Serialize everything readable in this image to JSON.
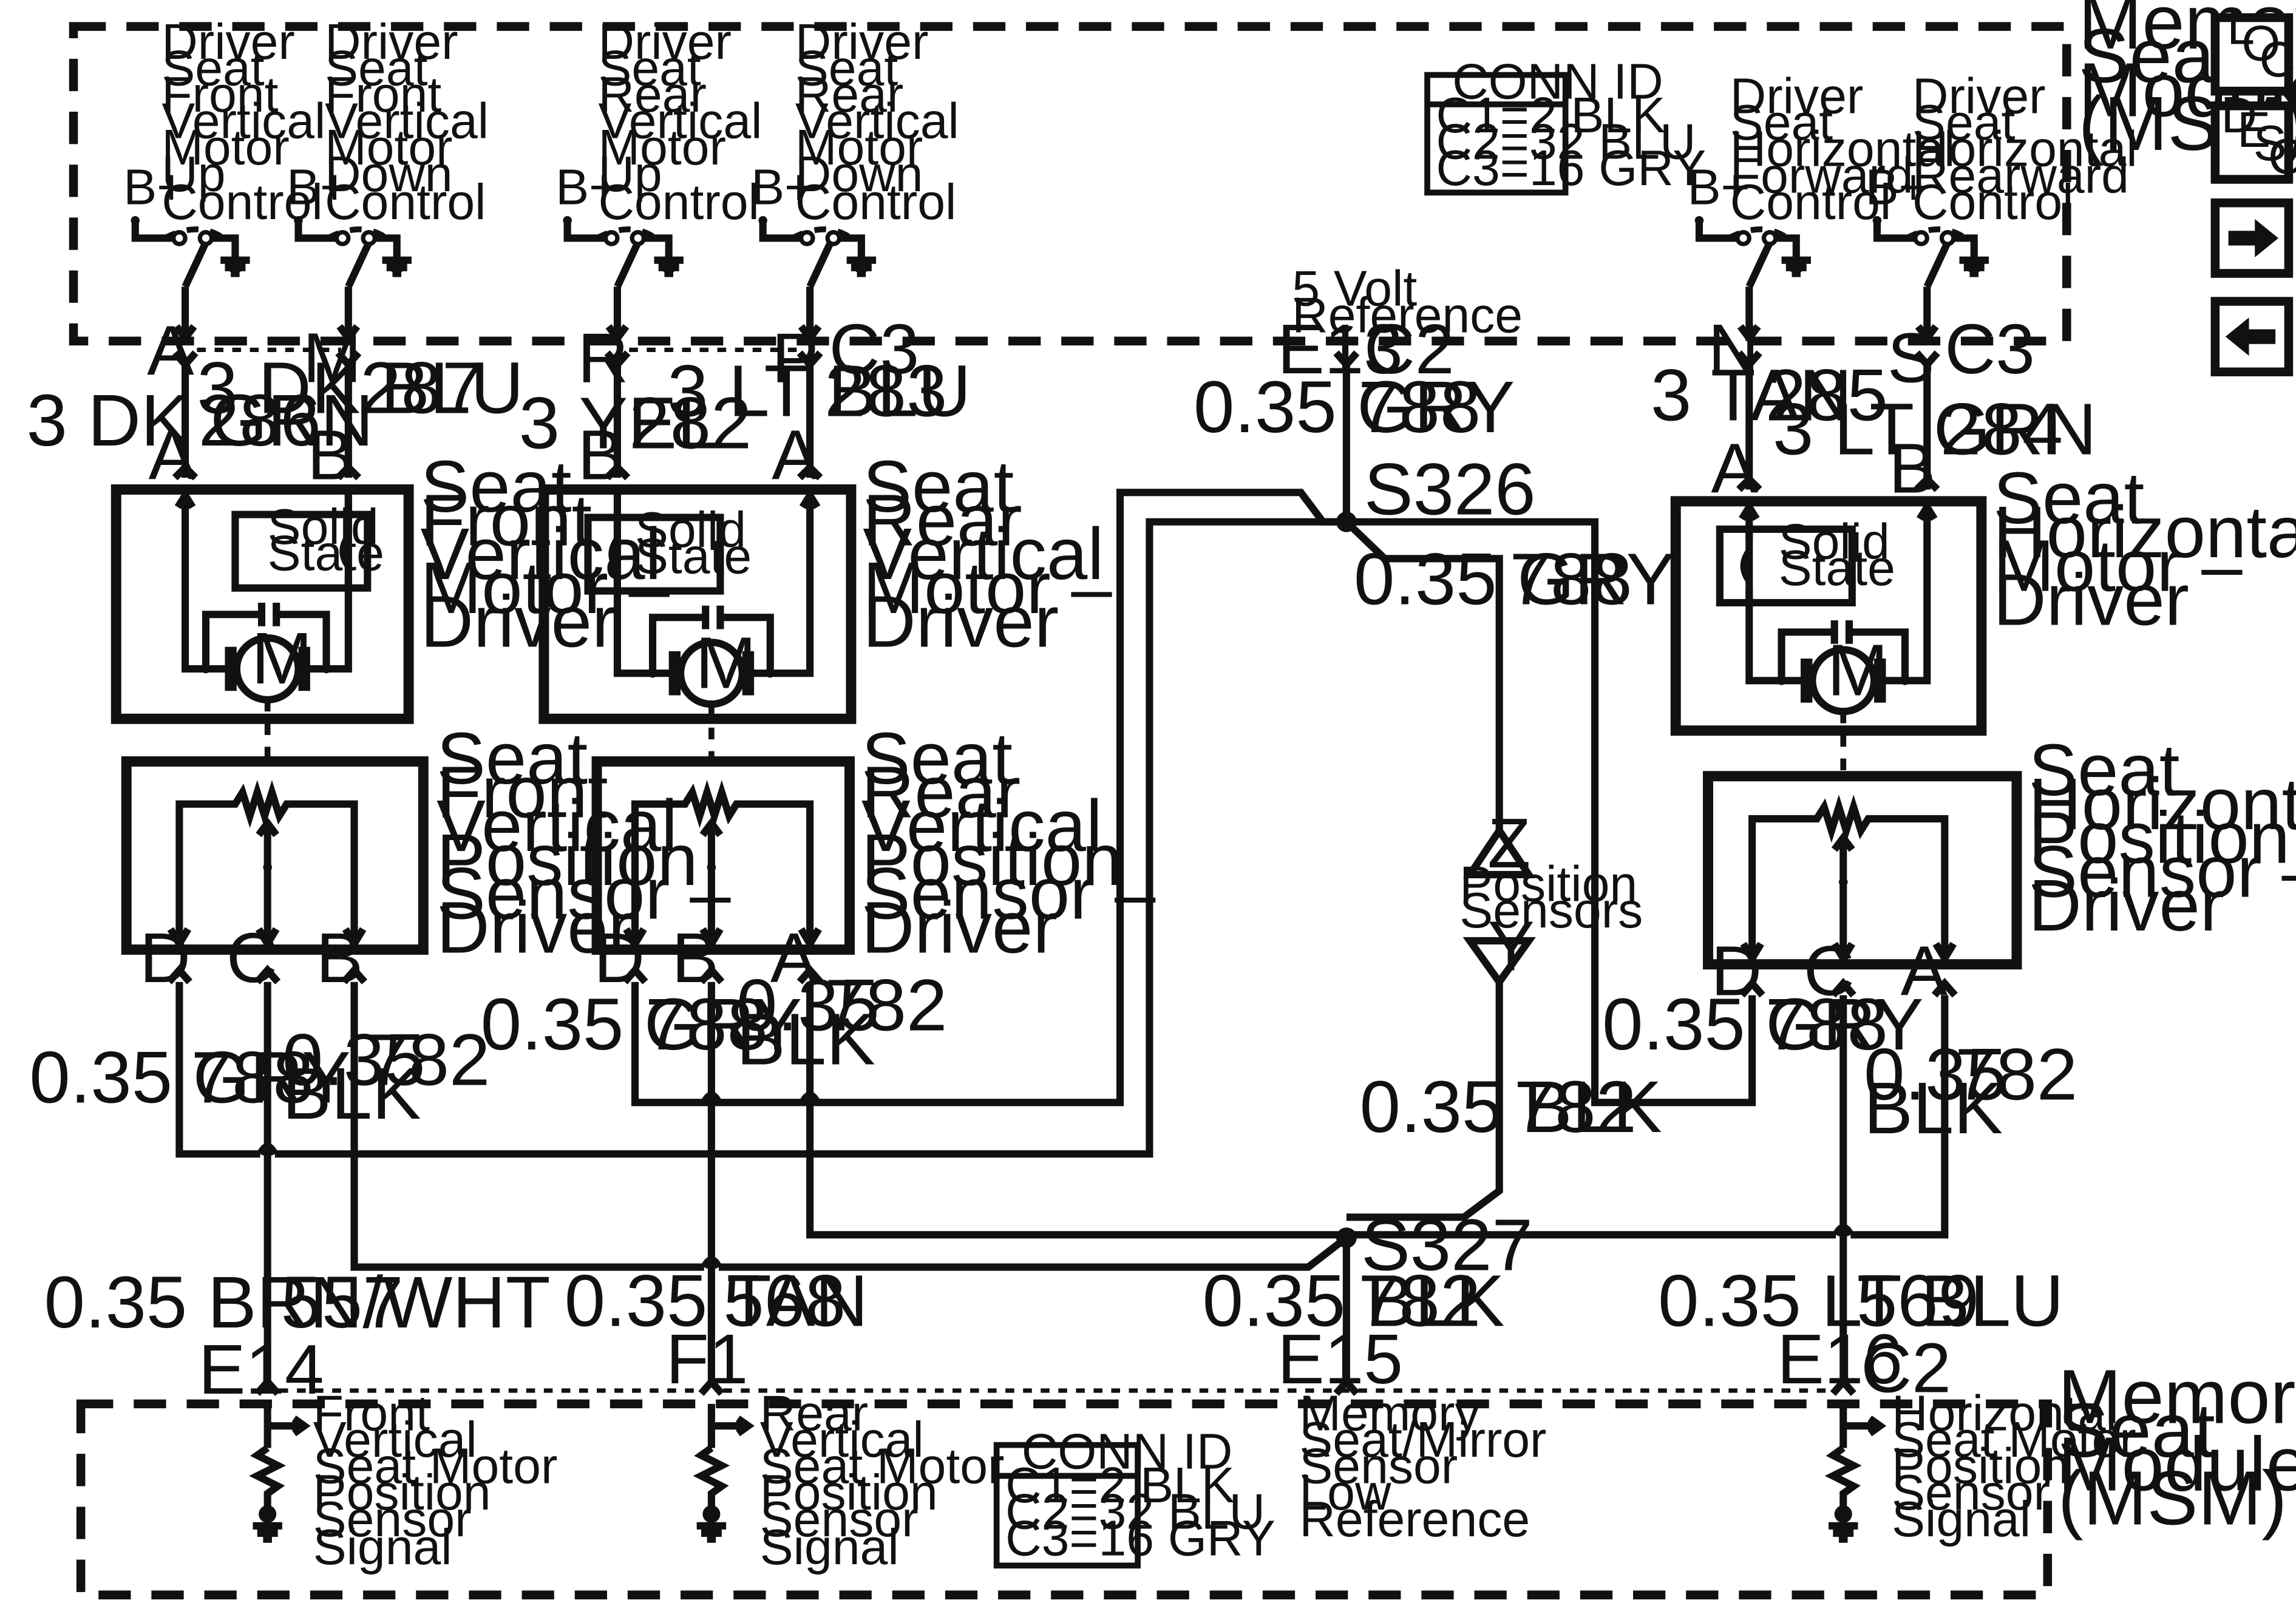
{
  "module_title": [
    "Memory",
    "Seat",
    "Module",
    "(MSM)"
  ],
  "conn_id": {
    "title": "CONN ID",
    "lines": [
      "C1=2 BLK",
      "C2=32 BLU",
      "C3=16 GRY"
    ]
  },
  "nav": {
    "loc": [
      "L",
      "O",
      "C"
    ],
    "desc": [
      "D",
      "E",
      "S",
      "C"
    ]
  },
  "top_controls": [
    [
      "Driver",
      "Seat",
      "Front",
      "Vertical",
      "Motor",
      "Up",
      "Control"
    ],
    [
      "Driver",
      "Seat",
      "Front",
      "Vertical",
      "Motor",
      "Down",
      "Control"
    ],
    [
      "Driver",
      "Seat",
      "Rear",
      "Vertical",
      "Motor",
      "Up",
      "Control"
    ],
    [
      "Driver",
      "Seat",
      "Rear",
      "Vertical",
      "Motor",
      "Down",
      "Control"
    ],
    [
      "Driver",
      "Seat",
      "Horizontal",
      "Forward",
      "Control"
    ],
    [
      "Driver",
      "Seat",
      "Horizontal",
      "Rearward",
      "Control"
    ]
  ],
  "bplus": "B+",
  "five_volt": [
    "5 Volt",
    "Reference"
  ],
  "top_pins": [
    {
      "pin": "A"
    },
    {
      "pin": "M"
    },
    {
      "pin": "R"
    },
    {
      "pin": "P",
      "conn": "C3"
    },
    {
      "pin": "E13",
      "conn": "C2"
    },
    {
      "pin": "N"
    },
    {
      "pin": "S",
      "conn": "C3"
    }
  ],
  "wires_top": [
    {
      "color": "3 DK GRN",
      "circuit": "286"
    },
    {
      "color": "3 DK BLU",
      "circuit": "287"
    },
    {
      "color": "3 YEL",
      "circuit": "282"
    },
    {
      "color": "3 LT BLU",
      "circuit": "283"
    },
    {
      "color": "0.35 GRY",
      "circuit": "788"
    },
    {
      "color": "3 TAN",
      "circuit": "285"
    },
    {
      "color": "3 LT GRN",
      "circuit": "284"
    }
  ],
  "motors": [
    {
      "name": [
        "Seat",
        "Front",
        "Vertical",
        "Motor –",
        "Driver"
      ],
      "pins": [
        "A",
        "B"
      ]
    },
    {
      "name": [
        "Seat",
        "Rear",
        "Vertical",
        "Motor –",
        "Driver"
      ],
      "pins": [
        "B",
        "A"
      ]
    },
    {
      "name": [
        "Seat",
        "Horizontal",
        "Motor –",
        "Driver"
      ],
      "pins": [
        "A",
        "B"
      ]
    }
  ],
  "solid_state": [
    "Solid",
    "State"
  ],
  "motor_symbol": "M",
  "sensors": [
    {
      "name": [
        "Seat",
        "Front",
        "Vertical",
        "Position",
        "Sensor –",
        "Driver"
      ],
      "pins": [
        "D",
        "C",
        "B"
      ]
    },
    {
      "name": [
        "Seat",
        "Rear",
        "Vertical",
        "Position",
        "Sensor –",
        "Driver"
      ],
      "pins": [
        "D",
        "B",
        "A"
      ]
    },
    {
      "name": [
        "Seat",
        "Horizontal",
        "Position",
        "Sensor –",
        "Driver"
      ],
      "pins": [
        "D",
        "C",
        "A"
      ]
    }
  ],
  "splices": [
    "S326",
    "S327"
  ],
  "splice_wire": {
    "color": "0.35 GRY",
    "circuit": "788"
  },
  "position_sensors": {
    "z": "Z",
    "y": "Y",
    "label": [
      "Position",
      "Sensors"
    ]
  },
  "wires_mid": [
    {
      "color": "0.35 GRY",
      "circuit": "788"
    },
    {
      "color": [
        "0.35",
        "BLK"
      ],
      "circuit": "782"
    },
    {
      "color": "0.35 GRY",
      "circuit": "788"
    },
    {
      "color": [
        "0.35",
        "BLK"
      ],
      "circuit": "782"
    },
    {
      "color": "0.35 BLK",
      "circuit": "782"
    },
    {
      "color": "0.35 GRY",
      "circuit": "788"
    },
    {
      "color": [
        "0.35",
        "BLK"
      ],
      "circuit": "782"
    }
  ],
  "wires_bottom": [
    {
      "color": "0.35 BRN/WHT",
      "circuit": "557"
    },
    {
      "color": "0.35 TAN",
      "circuit": "568"
    },
    {
      "color": "0.35 BLK",
      "circuit": "782"
    },
    {
      "color": "0.35 LT BLU",
      "circuit": "569"
    }
  ],
  "bottom_pins": [
    {
      "pin": "E14"
    },
    {
      "pin": "F1"
    },
    {
      "pin": "E15"
    },
    {
      "pin": "E16",
      "conn": "C2"
    }
  ],
  "bottom_signals": [
    [
      "Front",
      "Vertical",
      "Seat Motor",
      "Position",
      "Sensor",
      "Signal"
    ],
    [
      "Rear",
      "Vertical",
      "Seat Motor",
      "Position",
      "Sensor",
      "Signal"
    ],
    [
      "Memory",
      "Seat/Mirror",
      "Sensor",
      "Low",
      "Reference"
    ],
    [
      "Horizontal",
      "Seat Motor",
      "Position",
      "Sensor",
      "Signal"
    ]
  ]
}
